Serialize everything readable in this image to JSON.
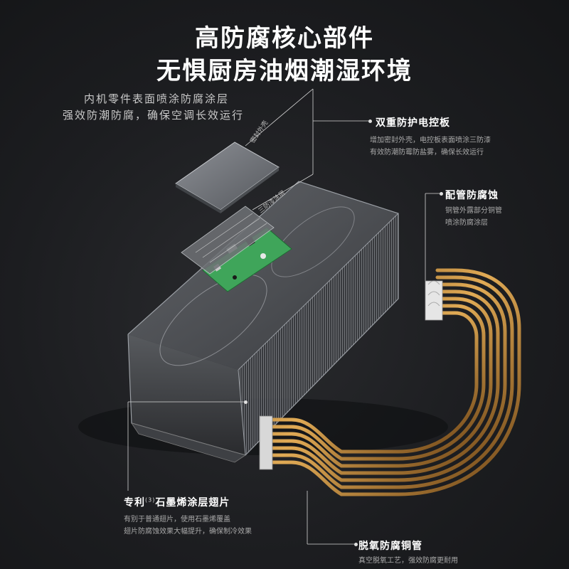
{
  "headline": {
    "line1": "高防腐核心部件",
    "line2": "无惧厨房油烟潮湿环境"
  },
  "subhead": {
    "line1": "内机零件表面喷涂防腐涂层",
    "line2": "强效防潮防腐，确保空调长效运行"
  },
  "callouts": {
    "control_board": {
      "title": "双重防护电控板",
      "desc_line1": "增加密封外壳，电控板表面喷涂三防漆",
      "desc_line2": "有效防潮防霉防盐雾，确保长效运行"
    },
    "pipe": {
      "title": "配管防腐蚀",
      "desc_line1": "铜管外露部分铜管",
      "desc_line2": "喷涂防腐涂层"
    },
    "fins": {
      "title_prefix": "专利",
      "title_sup": "(3)",
      "title_main": "石墨烯涂层翅片",
      "desc_line1": "有别于普通翅片，使用石墨烯覆盖",
      "desc_line2": "翅片防腐蚀效果大幅提升，确保制冷效果"
    },
    "copper": {
      "title": "脱氧防腐铜管",
      "desc_line1": "真空脱氧工艺，强效防腐更耐用"
    }
  },
  "diagram_labels": {
    "sealed_case": "密封外壳",
    "conformal_coat": "三防漆涂层"
  },
  "colors": {
    "background": "#1c1d20",
    "copper": "#c8913a",
    "pcb_green": "#3fa55a"
  }
}
